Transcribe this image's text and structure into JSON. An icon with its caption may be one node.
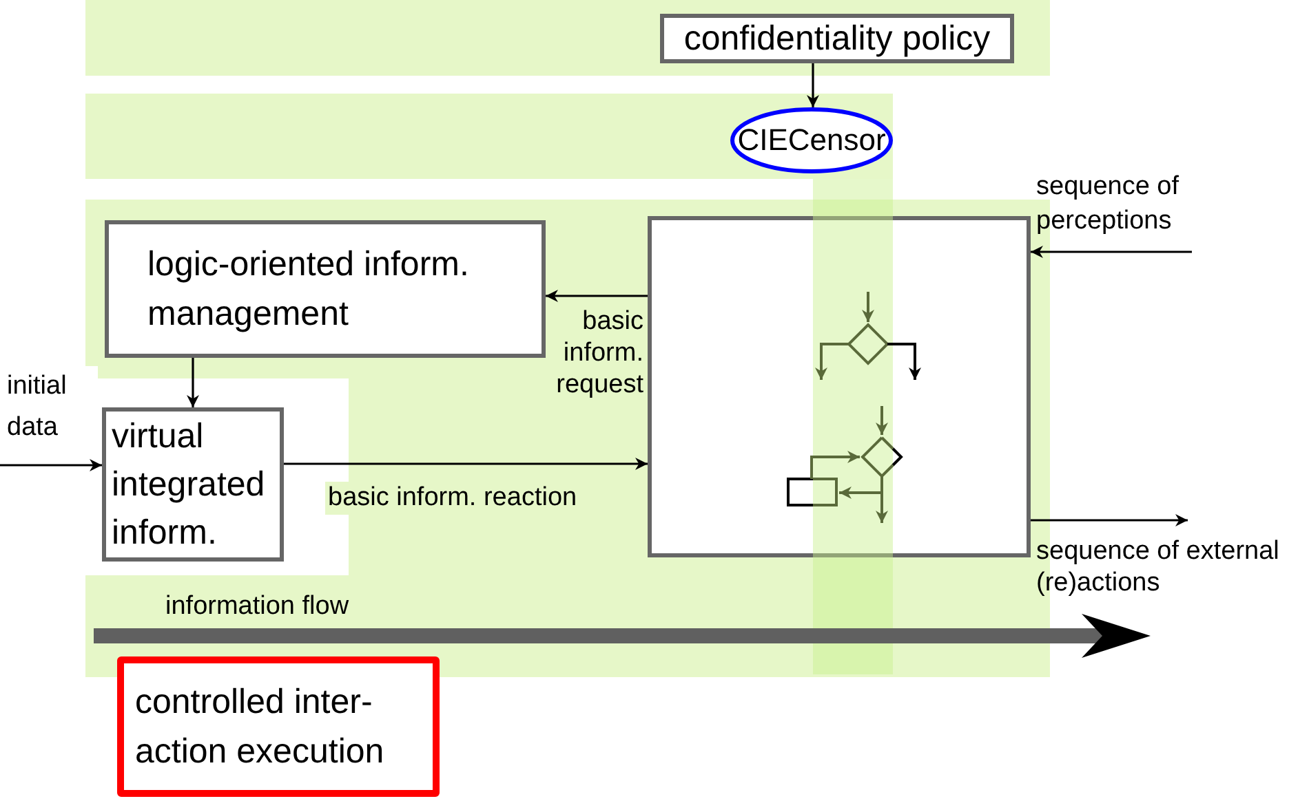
{
  "diagram": {
    "nodes": [
      {
        "text": [
          "confidentiality policy"
        ]
      },
      {
        "text": [
          "CIECensor"
        ]
      },
      {
        "text": [
          "logic-oriented inform. management"
        ]
      },
      {
        "text": [
          "virtual integrated inform."
        ]
      },
      {
        "text": [],
        "shape": "box"
      },
      {
        "text": [
          "controlled inter- action execution"
        ]
      },
      {
        "text": [
          "sequence of perceptions"
        ]
      },
      {
        "text": [
          "sequence of external (re)actions"
        ]
      },
      {
        "text": [],
        "shape": "bar"
      }
    ],
    "edges": [
      {
        "from": 0,
        "to": 1,
        "arrow": "to"
      },
      {
        "from": 4,
        "to": 2,
        "arrow": "to",
        "label": "basic inform. request"
      },
      {
        "from": 2,
        "to": 3,
        "arrow": "to"
      },
      {
        "from": null,
        "to": 3,
        "arrow": "to",
        "label": "initial data"
      },
      {
        "from": 3,
        "to": 4,
        "arrow": "to",
        "label": "basic inform. reaction"
      },
      {
        "from": 6,
        "to": 4,
        "arrow": "to"
      },
      {
        "from": 4,
        "to": 7,
        "arrow": "to"
      }
    ],
    "labels": [
      "information flow"
    ]
  }
}
